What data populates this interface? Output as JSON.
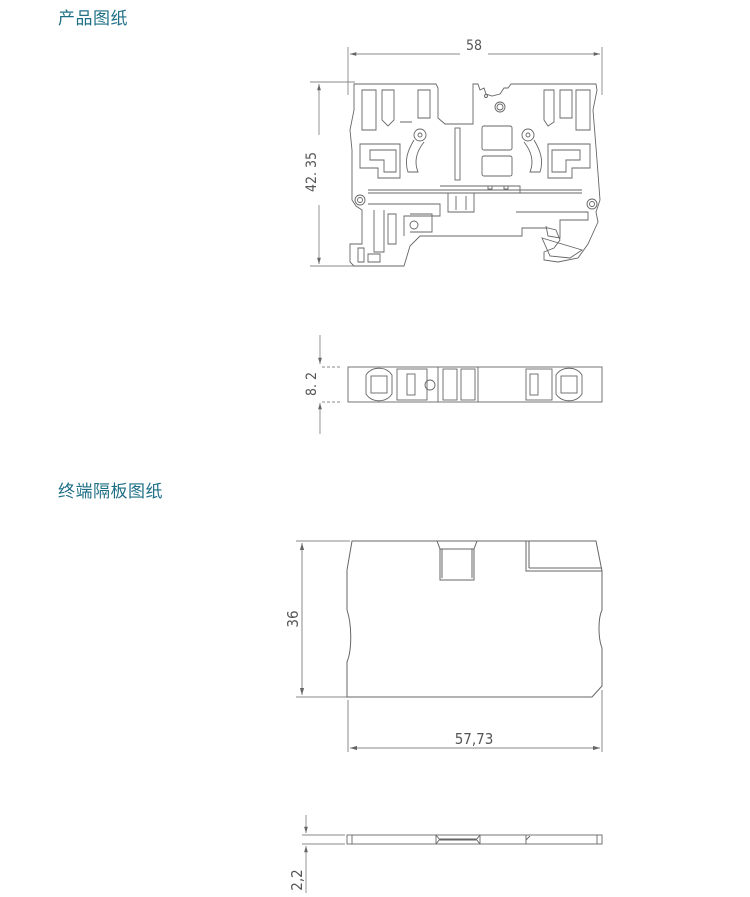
{
  "sections": [
    {
      "title": "产品图纸",
      "views": {
        "front": {
          "width_dim": "58",
          "height_dim": "42. 35"
        },
        "top": {
          "height_dim": "8. 2"
        }
      }
    },
    {
      "title": "终端隔板图纸",
      "views": {
        "front": {
          "height_dim": "36",
          "width_dim": "57,73"
        },
        "side": {
          "thickness_dim": "2,2"
        }
      }
    }
  ],
  "colors": {
    "title": "#1e6f86",
    "line": "#555555",
    "dim_line": "#777777"
  }
}
